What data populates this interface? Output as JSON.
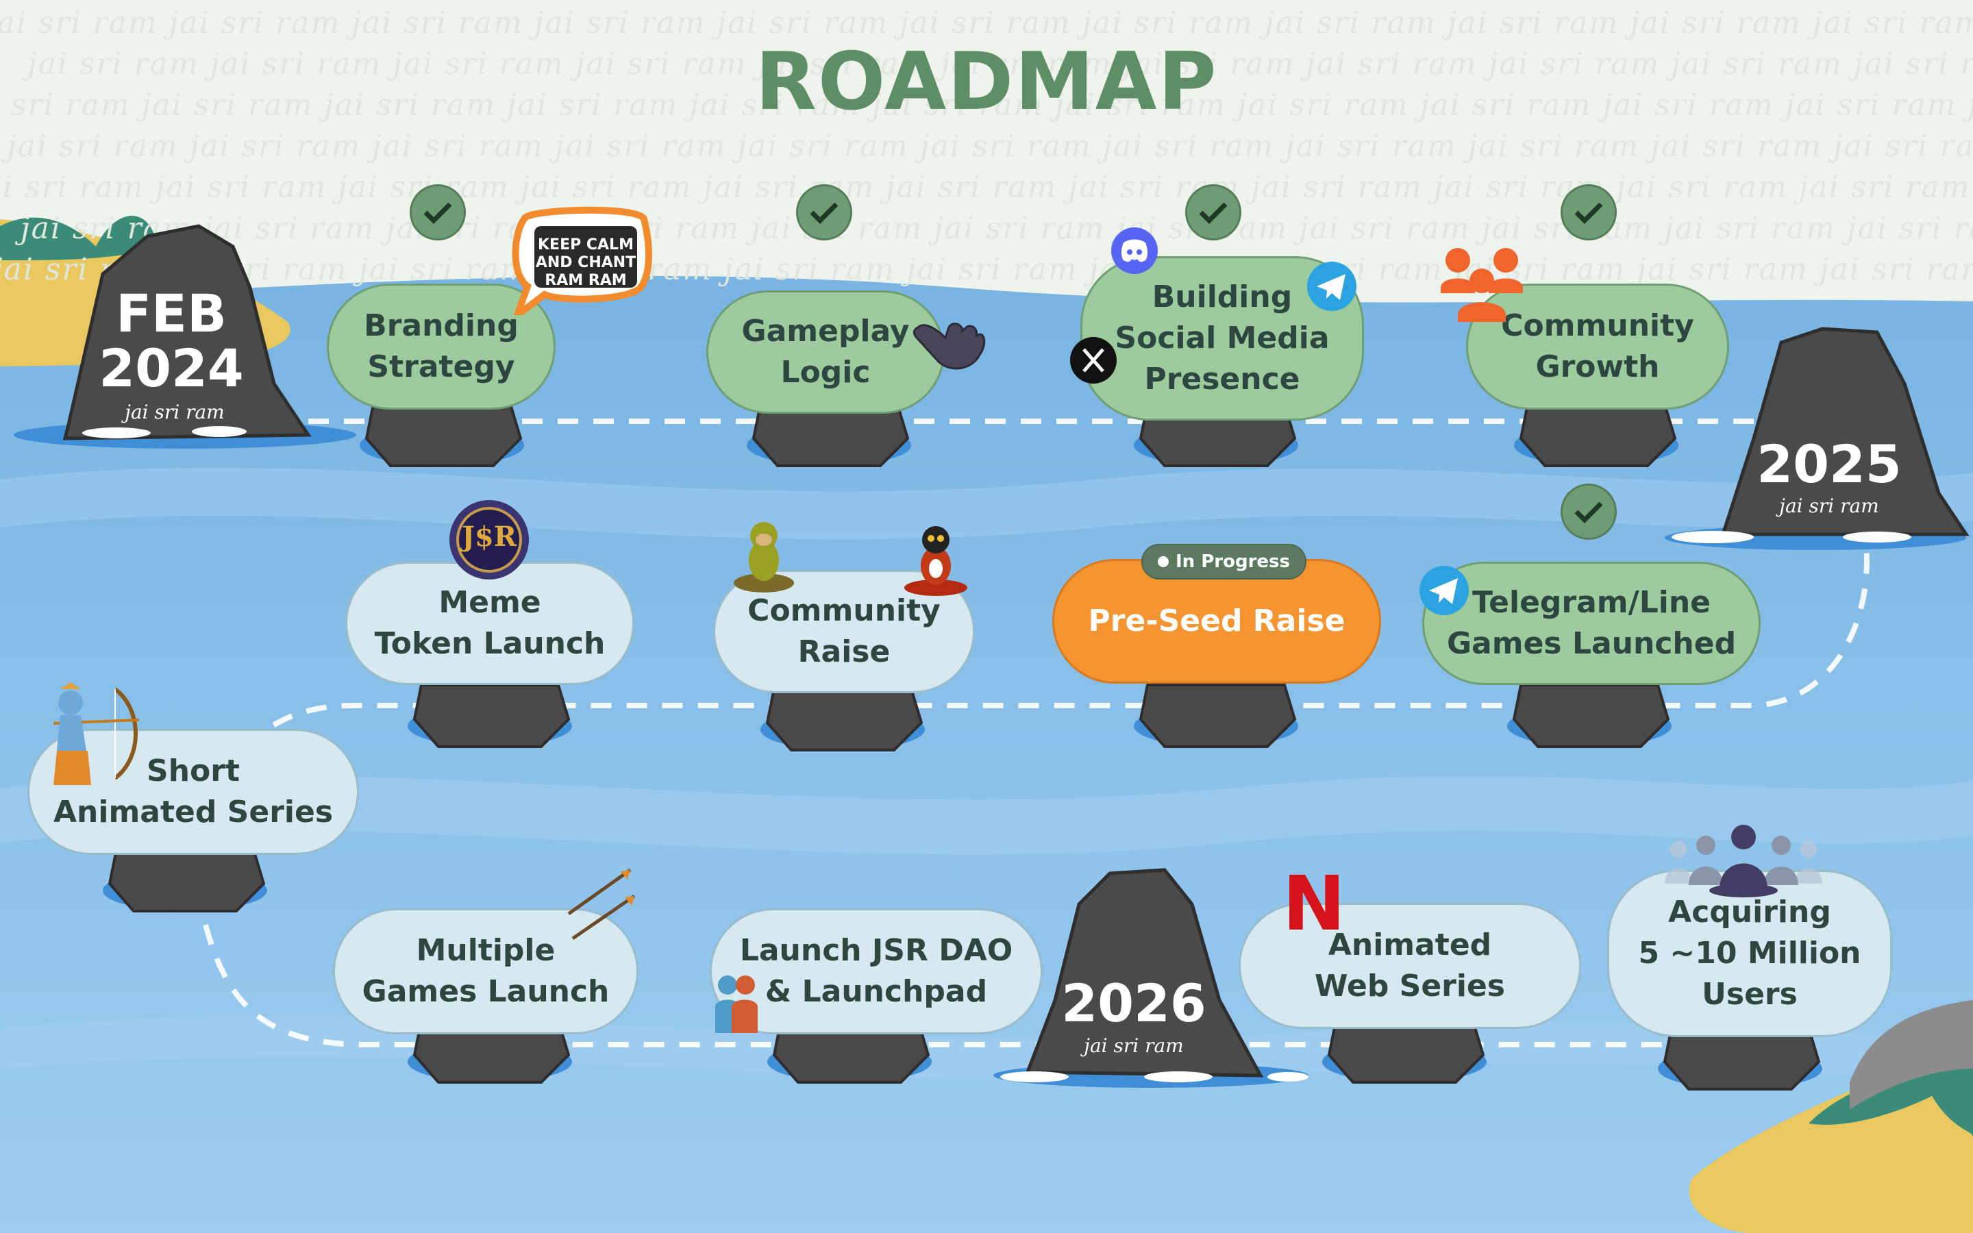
{
  "title": "ROADMAP",
  "watermark_text": "jai sri ram jai sri ram jai sri ram jai sri ram jai sri ram jai sri ram jai sri ram jai sri ram jai sri ram jai sri ram jai sri ram jai sri ram jai sri ram jai sri ram",
  "rocks": {
    "feb2024": {
      "label": "FEB\n2024",
      "sub": "jai sri ram"
    },
    "y2025": {
      "label": "2025",
      "sub": "jai sri ram"
    },
    "y2026": {
      "label": "2026",
      "sub": "jai sri ram"
    }
  },
  "milestones": {
    "branding": {
      "label": "Branding\nStrategy",
      "status": "done"
    },
    "gameplay": {
      "label": "Gameplay\nLogic",
      "status": "done"
    },
    "social": {
      "label": "Building\nSocial Media\nPresence",
      "status": "done"
    },
    "community_growth": {
      "label": "Community\nGrowth",
      "status": "done"
    },
    "meme": {
      "label": "Meme\nToken Launch",
      "status": "planned"
    },
    "community_raise": {
      "label": "Community\nRaise",
      "status": "planned"
    },
    "preseed": {
      "label": "Pre-Seed Raise",
      "status": "in progress"
    },
    "telegram": {
      "label": "Telegram/Line\nGames Launched",
      "status": "done"
    },
    "short_series": {
      "label": "Short\nAnimated Series",
      "status": "planned"
    },
    "multiple_games": {
      "label": "Multiple\nGames Launch",
      "status": "planned"
    },
    "dao": {
      "label": "Launch JSR DAO\n& Launchpad",
      "status": "planned"
    },
    "web_series": {
      "label": "Animated\nWeb Series",
      "status": "planned"
    },
    "users": {
      "label": "Acquiring\n5 ~10 Million\nUsers",
      "status": "planned"
    }
  },
  "in_progress_badge": "In Progress",
  "speech_bubble": "KEEP CALM\nAND CHANT\nRAM RAM",
  "token_logo": "J$R",
  "netflix_logo": "N",
  "colors": {
    "done": "#9dcb9d",
    "planned": "#d6e9f0",
    "active": "#f49532",
    "title": "#5e8e66",
    "water": "#8cc1e8"
  }
}
